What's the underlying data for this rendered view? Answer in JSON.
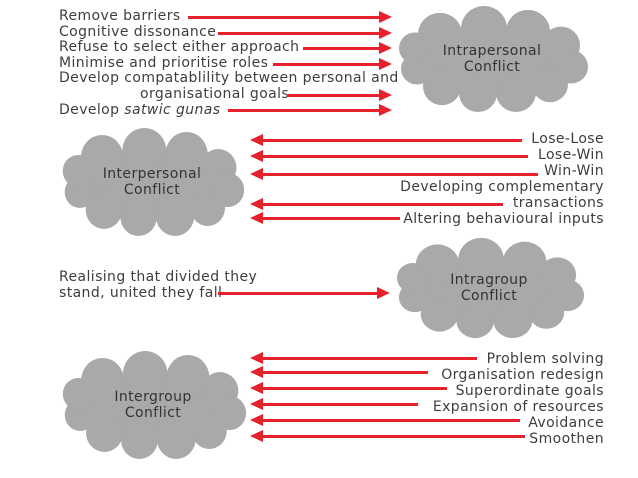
{
  "colors": {
    "arrow_red": "#e8212d",
    "cloud_gray": "#a9a9a9",
    "text_gray": "#3e3e3e",
    "background": "#ffffff"
  },
  "clouds": {
    "intrapersonal": {
      "line1": "Intrapersonal",
      "line2": "Conflict"
    },
    "interpersonal": {
      "line1": "Interpersonal",
      "line2": "Conflict"
    },
    "intragroup": {
      "line1": "Intragroup",
      "line2": "Conflict"
    },
    "intergroup": {
      "line1": "Intergroup",
      "line2": "Conflict"
    }
  },
  "intrapersonal": {
    "item1": "Remove barriers",
    "item2": "Cognitive dissonance",
    "item3": "Refuse to select either approach",
    "item4": "Minimise and prioritise roles",
    "item5_line1": "Develop compatablility between personal and",
    "item5_line2": "organisational goals",
    "item6_prefix": "Develop ",
    "item6_italic": "satwic gunas"
  },
  "interpersonal": {
    "item1": "Lose-Lose",
    "item2": "Lose-Win",
    "item3": "Win-Win",
    "item4_line1": "Developing complementary",
    "item4_line2": "transactions",
    "item5": "Altering behavioural inputs"
  },
  "intragroup": {
    "item1_line1": "Realising that divided they",
    "item1_line2": "stand, united they fall"
  },
  "intergroup": {
    "item1": "Problem solving",
    "item2": "Organisation redesign",
    "item3": "Superordinate goals",
    "item4": "Expansion of resources",
    "item5": "Avoidance",
    "item6": "Smoothen"
  }
}
